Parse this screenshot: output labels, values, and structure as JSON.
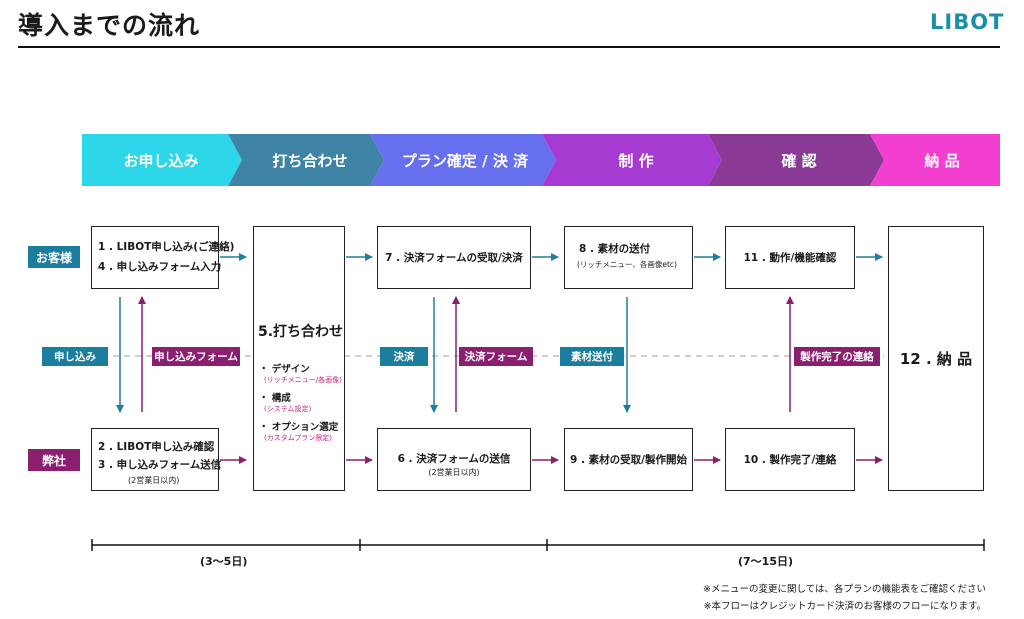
{
  "header": {
    "title": "導入までの流れ",
    "brand": "LIBOT"
  },
  "stages": [
    {
      "label": "お申し込み",
      "color": "#2ed6ea"
    },
    {
      "label": "打ち合わせ",
      "color": "#3f84a6"
    },
    {
      "label": "プラン確定 / 決 済",
      "color": "#6670ef"
    },
    {
      "label": "制 作",
      "color": "#a53bd0"
    },
    {
      "label": "確 認",
      "color": "#8a3a94"
    },
    {
      "label": "納 品",
      "color": "#f23fd0"
    }
  ],
  "rows": {
    "customer": {
      "label": "お客様",
      "color": "#1c7e9e"
    },
    "company": {
      "label": "弊社",
      "color": "#8a1f6f"
    }
  },
  "tags": {
    "apply": "申し込み",
    "apply_form": "申し込みフォーム",
    "payment": "決済",
    "payment_form": "決済フォーム",
    "material": "素材送付",
    "complete_notice": "製作完了の連絡"
  },
  "boxes": {
    "b1": {
      "line1": "1 . LIBOT申し込み(ご連絡)",
      "line2": "4 . 申し込みフォーム入力"
    },
    "b2": {
      "line1": "2 . LIBOT申し込み確認",
      "line2": "3 . 申し込みフォーム送信",
      "note": "(2営業日以内)"
    },
    "meeting": {
      "title": "5.打ち合わせ",
      "items": [
        {
          "label": "・ デザイン",
          "sub": "(リッチメニュー/各画像)"
        },
        {
          "label": "・ 構成",
          "sub": "(システム設定)"
        },
        {
          "label": "・ オプション選定",
          "sub": "(カスタムプラン限定)"
        }
      ]
    },
    "b7": {
      "line1": "7 . 決済フォームの受取/決済"
    },
    "b6": {
      "line1": "6 . 決済フォームの送信",
      "note": "(2営業日以内)"
    },
    "b8": {
      "line1": "8 . 素材の送付",
      "note": "(リッチメニュー、各画像etc)"
    },
    "b9": {
      "line1": "9 . 素材の受取/製作開始"
    },
    "b11": {
      "line1": "11 . 動作/機能確認"
    },
    "b10": {
      "line1": "10 . 製作完了/連絡"
    },
    "b12": {
      "line1": "12 . 納 品"
    }
  },
  "timeline": {
    "left": "(3〜5日)",
    "right": "(7〜15日)"
  },
  "footnotes": {
    "line1": "※メニューの変更に関しては、各プランの機能表をご確認ください",
    "line2": "※本フローはクレジットカード決済のお客様のフローになります。"
  },
  "colors": {
    "teal": "#1c7e9e",
    "magenta": "#8a1f6f",
    "dash": "#b5b5b5"
  }
}
